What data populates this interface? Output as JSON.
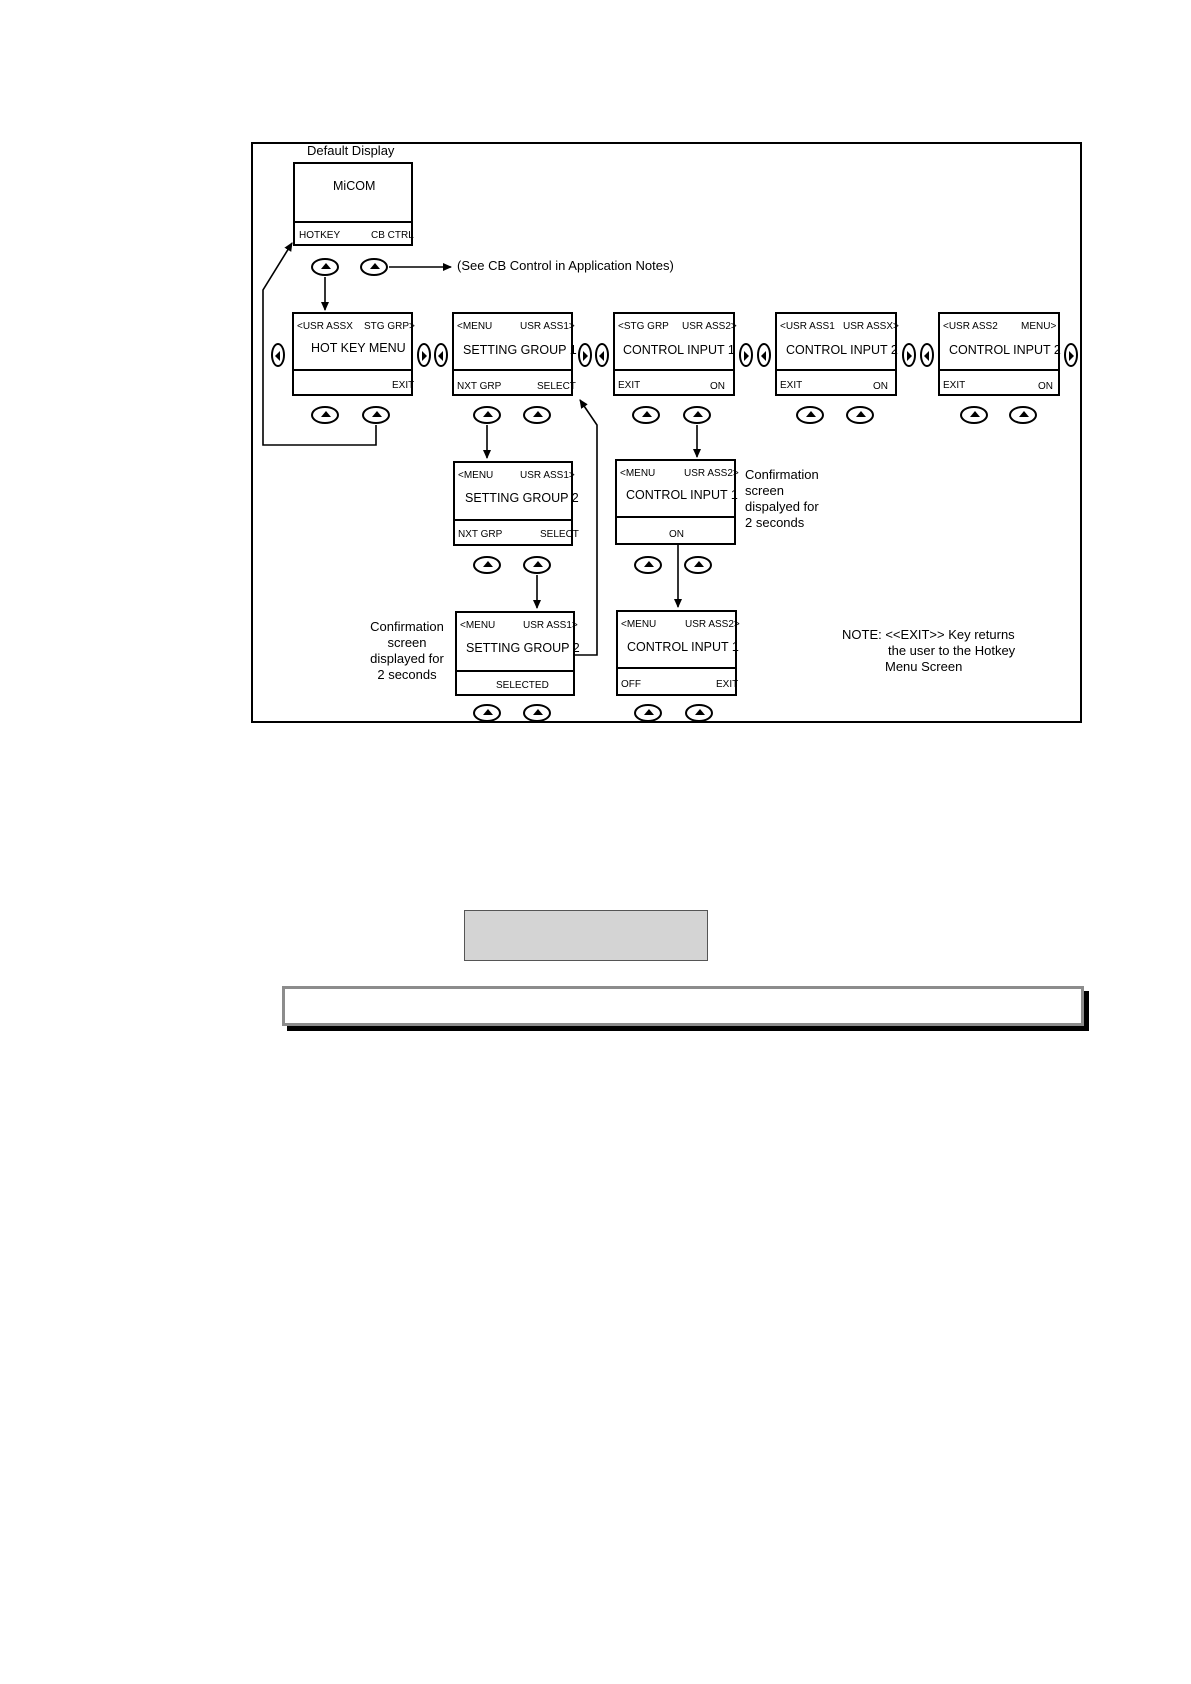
{
  "default_display": {
    "heading": "Default Display",
    "title": "MiCOM",
    "left": "HOTKEY",
    "right": "CB CTRL"
  },
  "cb_control_note": "(See CB Control in Application Notes)",
  "screens": {
    "hot_key_menu": {
      "tl": "<USR ASSX",
      "tr": "STG GRP>",
      "title": "HOT KEY MENU",
      "bl": "",
      "br": "EXIT"
    },
    "setting_group_1": {
      "tl": "<MENU",
      "tr": "USR ASS1>",
      "title": "SETTING GROUP 1",
      "bl": "NXT GRP",
      "br": "SELECT"
    },
    "control_input_1": {
      "tl": "<STG GRP",
      "tr": "USR ASS2>",
      "title": "CONTROL INPUT 1",
      "bl": "EXIT",
      "br": "ON"
    },
    "control_input_2a": {
      "tl": "<USR ASS1",
      "tr": "USR ASSX>",
      "title": "CONTROL INPUT 2",
      "bl": "EXIT",
      "br": "ON"
    },
    "control_input_2b": {
      "tl": "<USR ASS2",
      "tr": "MENU>",
      "title": "CONTROL INPUT 2",
      "bl": "EXIT",
      "br": "ON"
    },
    "setting_group_2": {
      "tl": "<MENU",
      "tr": "USR ASS1>",
      "title": "SETTING GROUP 2",
      "bl": "NXT GRP",
      "br": "SELECT"
    },
    "control_input_1_on": {
      "tl": "<MENU",
      "tr": "USR ASS2>",
      "title": "CONTROL INPUT 1",
      "center": "ON"
    },
    "setting_group_2_selected": {
      "tl": "<MENU",
      "tr": "USR ASS1>",
      "title": "SETTING GROUP 2",
      "center": "SELECTED"
    },
    "control_input_1_off": {
      "tl": "<MENU",
      "tr": "USR ASS2>",
      "title": "CONTROL INPUT 1",
      "bl": "OFF",
      "br": "EXIT"
    }
  },
  "confirmation_right": [
    "Confirmation",
    "screen",
    "dispalyed for",
    "2 seconds"
  ],
  "confirmation_left": [
    "Confirmation",
    "screen",
    "displayed for",
    "2 seconds"
  ],
  "note": [
    "NOTE: <<EXIT>> Key returns",
    "the user to the Hotkey",
    "Menu Screen"
  ]
}
